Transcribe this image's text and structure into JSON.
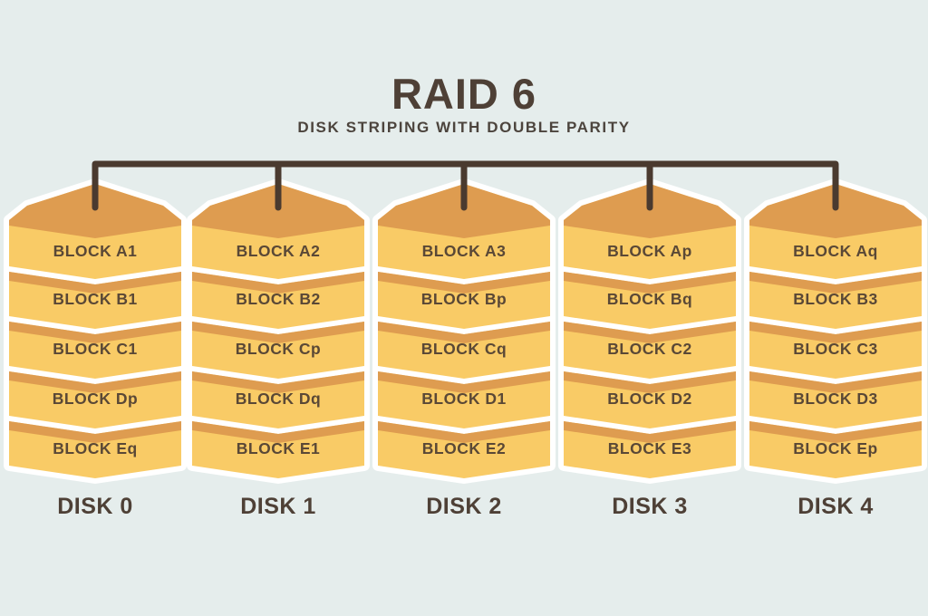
{
  "title": "RAID 6",
  "subtitle": "DISK STRIPING WITH DOUBLE PARITY",
  "colors": {
    "background": "#E5EDEC",
    "block_yellow": "#F9CB66",
    "block_orange": "#DE9C50",
    "line_brown": "#4A3A2F",
    "title_brown": "#4E4036",
    "subtitle_brown": "#4C443D",
    "text_brown": "#5A4836",
    "outline_white": "#FFFFFF"
  },
  "disks": [
    {
      "label": "DISK 0",
      "blocks": [
        "BLOCK A1",
        "BLOCK B1",
        "BLOCK C1",
        "BLOCK Dp",
        "BLOCK Eq"
      ]
    },
    {
      "label": "DISK 1",
      "blocks": [
        "BLOCK A2",
        "BLOCK B2",
        "BLOCK Cp",
        "BLOCK Dq",
        "BLOCK E1"
      ]
    },
    {
      "label": "DISK 2",
      "blocks": [
        "BLOCK A3",
        "BLOCK Bp",
        "BLOCK Cq",
        "BLOCK D1",
        "BLOCK E2"
      ]
    },
    {
      "label": "DISK 3",
      "blocks": [
        "BLOCK Ap",
        "BLOCK Bq",
        "BLOCK C2",
        "BLOCK D2",
        "BLOCK E3"
      ]
    },
    {
      "label": "DISK 4",
      "blocks": [
        "BLOCK Aq",
        "BLOCK B3",
        "BLOCK C3",
        "BLOCK D3",
        "BLOCK Ep"
      ]
    }
  ]
}
